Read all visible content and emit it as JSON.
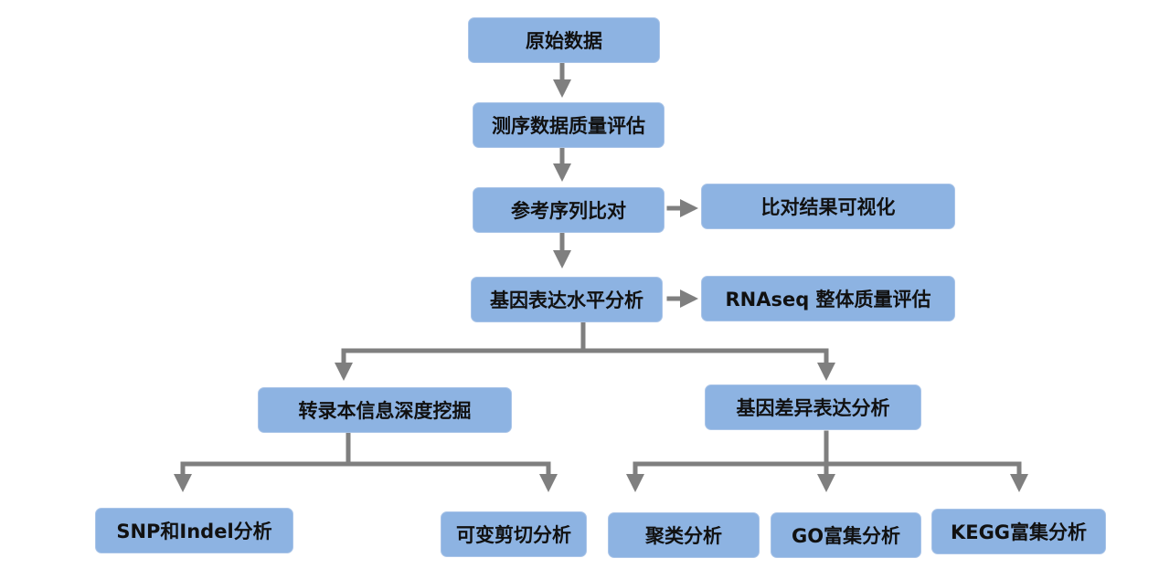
{
  "colors": {
    "node_fill": "#8db3e2",
    "connector": "#7f7f7f",
    "background": "#ffffff"
  },
  "nodes": {
    "raw_data": "原始数据",
    "qc": "测序数据质量评估",
    "alignment": "参考序列比对",
    "alignment_vis": "比对结果可视化",
    "expression": "基因表达水平分析",
    "rnaseq_qc": "RNAseq 整体质量评估",
    "transcript_mining": "转录本信息深度挖掘",
    "deg": "基因差异表达分析",
    "snp_indel": "SNP和Indel分析",
    "alt_splicing": "可变剪切分析",
    "clustering": "聚类分析",
    "go": "GO富集分析",
    "kegg": "KEGG富集分析"
  }
}
